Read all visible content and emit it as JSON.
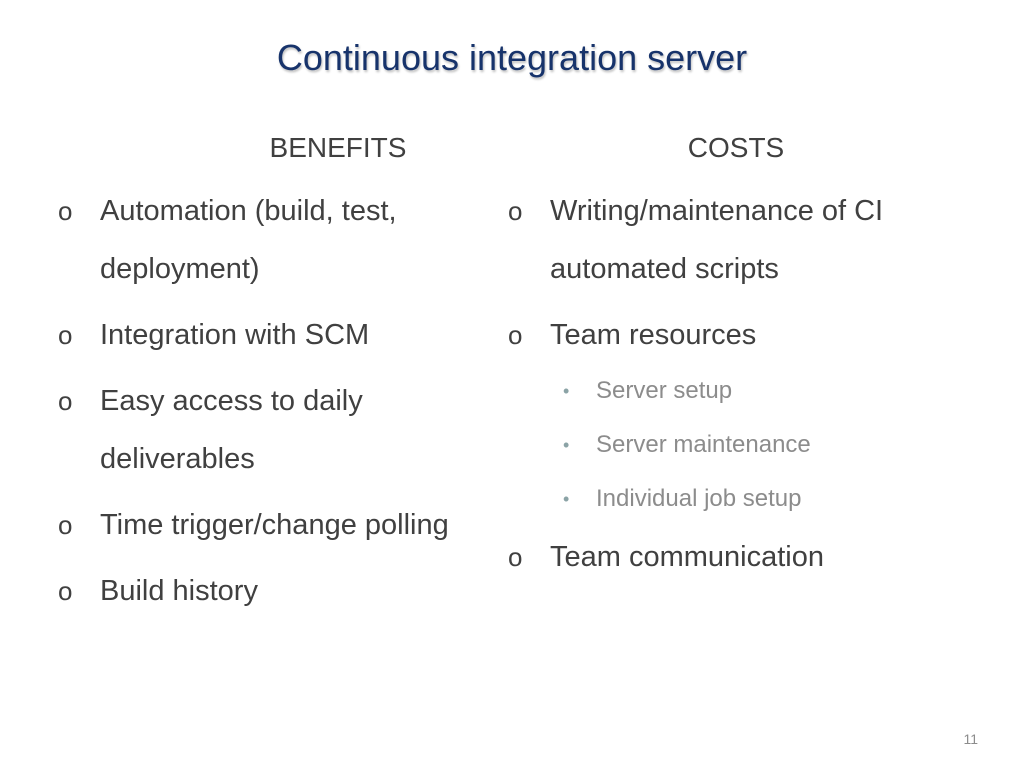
{
  "slide": {
    "title": "Continuous integration server",
    "page_number": "11"
  },
  "benefits": {
    "header": "BENEFITS",
    "items": [
      "Automation (build, test, deployment)",
      "Integration with SCM",
      "Easy access to daily deliverables",
      "Time trigger/change polling",
      "Build history"
    ]
  },
  "costs": {
    "header": "COSTS",
    "items": [
      "Writing/maintenance of CI automated scripts",
      "Team resources"
    ],
    "subitems": [
      "Server setup",
      "Server maintenance",
      "Individual job setup"
    ],
    "last_item": "Team communication"
  },
  "bullets": {
    "main": "o",
    "sub": "•"
  },
  "colors": {
    "title": "#17336b",
    "text": "#404040",
    "subtext": "#8c8c8c",
    "subbullet": "#8ba3a6"
  }
}
